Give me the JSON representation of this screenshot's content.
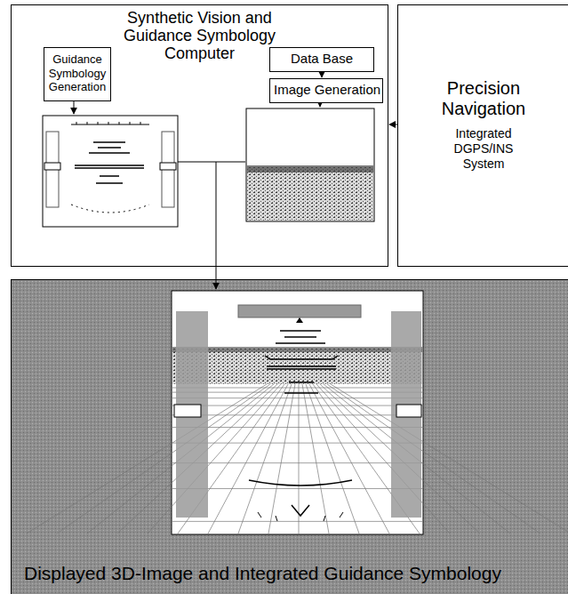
{
  "diagram": {
    "nodes": [
      {
        "text": [
          "Synthetic Vision and Guidance Symbology Computer"
        ]
      },
      {
        "text": [
          "Guidance Symbology Generation"
        ],
        "in": 0
      },
      {
        "text": [
          "Data Base"
        ],
        "in": 0
      },
      {
        "text": [
          "Image Generation"
        ],
        "in": 0
      },
      {
        "text": [
          "Precision Navigation",
          "Integrated DGPS/INS System"
        ]
      },
      {
        "text": [
          "Displayed 3D-Image and Integrated Guidance Symbology"
        ]
      }
    ],
    "edges": [
      {
        "from": 2,
        "to": 3,
        "arrow": "to"
      },
      {
        "from": 4,
        "to": 0,
        "arrow": "to"
      }
    ]
  }
}
